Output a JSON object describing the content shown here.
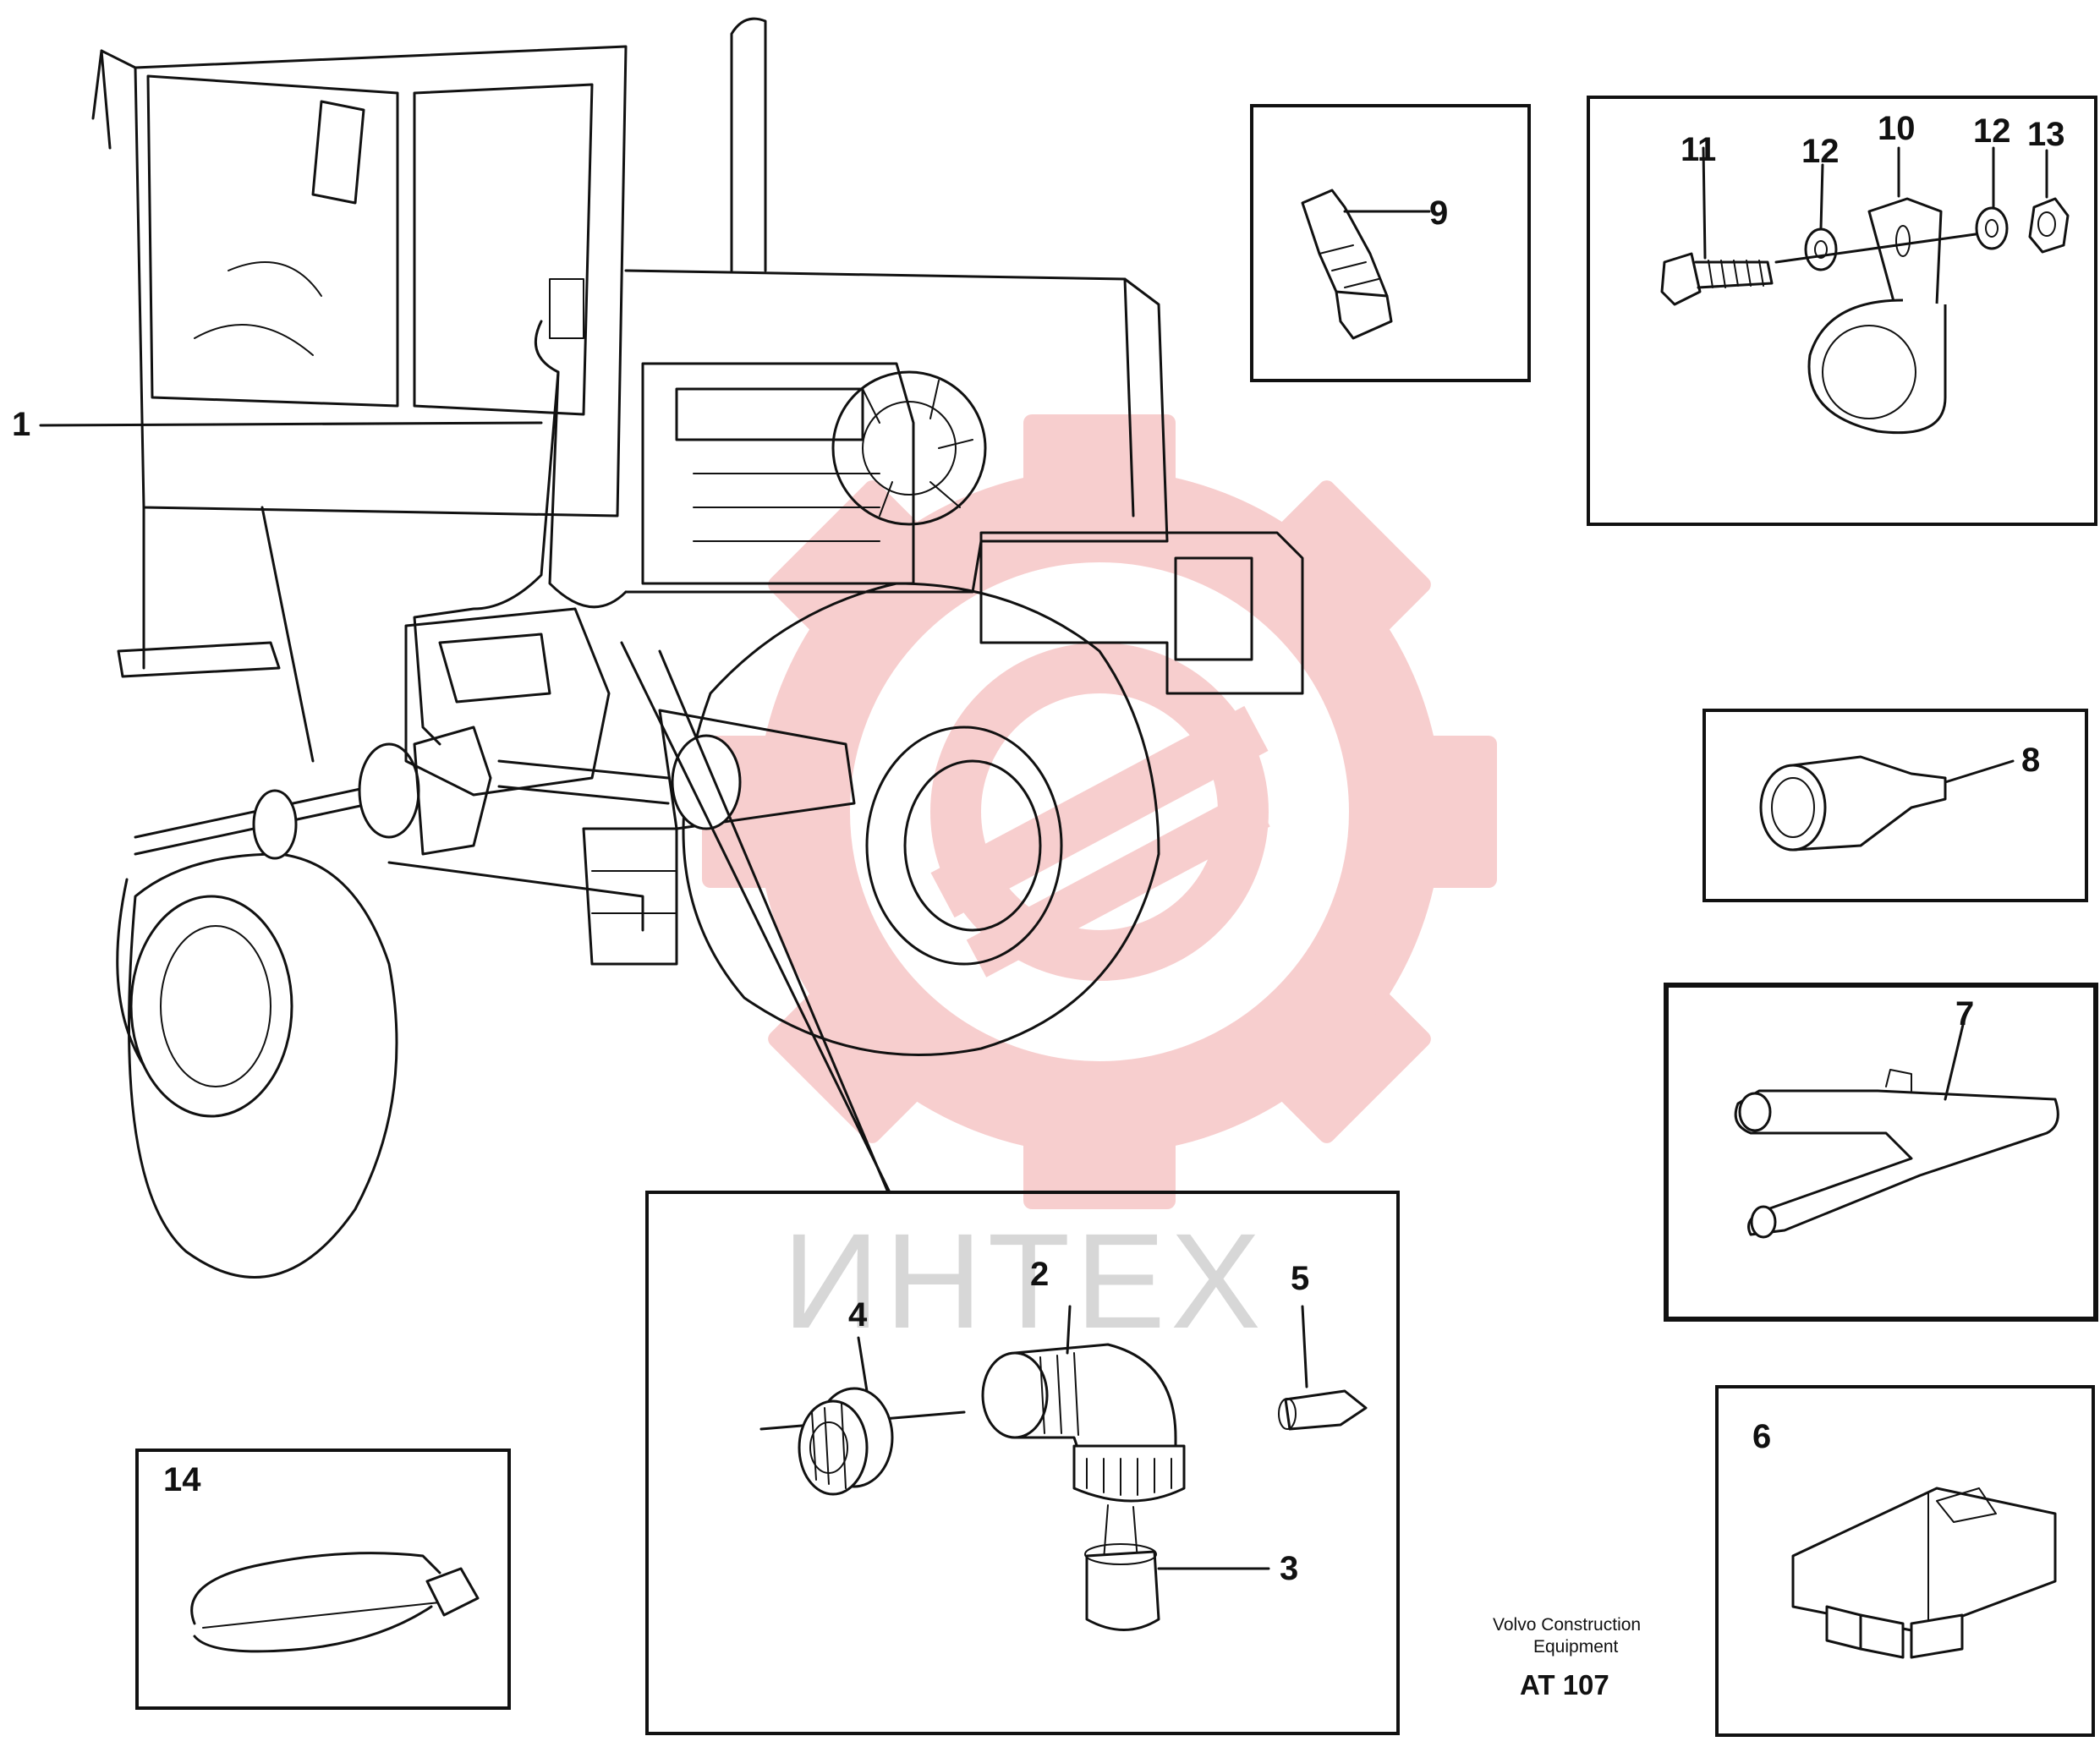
{
  "callouts": [
    "1",
    "2",
    "3",
    "4",
    "5",
    "6",
    "7",
    "8",
    "9",
    "10",
    "11",
    "12",
    "12",
    "13",
    "14"
  ],
  "watermark": {
    "text": "ИНТЕХ",
    "color": "#f7c9c9"
  },
  "caption": {
    "line1": "Volvo Construction",
    "line2": "Equipment",
    "code": "AT 107"
  }
}
